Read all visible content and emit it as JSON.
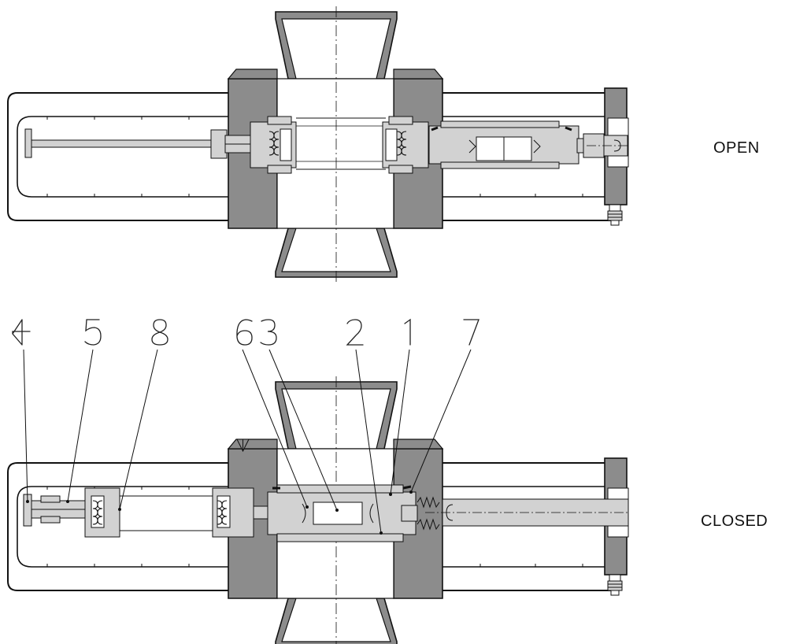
{
  "states": {
    "open": "OPEN",
    "closed": "CLOSED"
  },
  "callouts": [
    "4",
    "5",
    "8",
    "6",
    "3",
    "2",
    "1",
    "7"
  ],
  "colors": {
    "line": "#111111",
    "flange": "#8c8c8c",
    "part": "#d2d2d2",
    "white": "#ffffff"
  }
}
